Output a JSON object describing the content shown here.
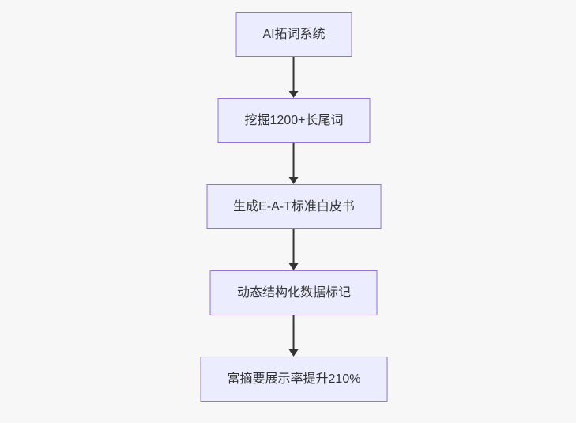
{
  "diagram": {
    "type": "flowchart",
    "direction": "top-down",
    "background_color": "#f7f7f7",
    "node_fill_color": "#ECECFF",
    "node_border_color": "#9370DB",
    "arrow_color": "#333333",
    "text_color": "#333333",
    "nodes": [
      {
        "label": "AI拓词系统"
      },
      {
        "label": "挖掘1200+长尾词"
      },
      {
        "label": "生成E-A-T标准白皮书"
      },
      {
        "label": "动态结构化数据标记"
      },
      {
        "label": "富摘要展示率提升210%"
      }
    ],
    "edges": [
      {
        "from": 0,
        "to": 1
      },
      {
        "from": 1,
        "to": 2
      },
      {
        "from": 2,
        "to": 3
      },
      {
        "from": 3,
        "to": 4
      }
    ]
  }
}
